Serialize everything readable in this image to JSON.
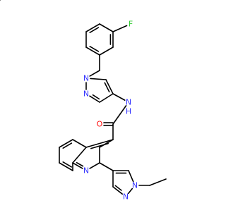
{
  "molecule": {
    "atom_labels": [
      {
        "id": "F",
        "text": "F",
        "color": "#33cc33"
      },
      {
        "id": "N_benzyl",
        "text": "N",
        "color": "#3333ff"
      },
      {
        "id": "N_pyrazole_a2",
        "text": "N",
        "color": "#3333ff"
      },
      {
        "id": "NH_amide",
        "text": "N",
        "color": "#3333ff"
      },
      {
        "id": "H_amide",
        "text": "H",
        "color": "#3333ff"
      },
      {
        "id": "O_amide",
        "text": "O",
        "color": "#ff0d0d"
      },
      {
        "id": "N_quinoline",
        "text": "N",
        "color": "#3333ff"
      },
      {
        "id": "N_pyrazole_b1",
        "text": "N",
        "color": "#3333ff"
      },
      {
        "id": "N_pyrazole_b2",
        "text": "N",
        "color": "#3333ff"
      }
    ],
    "colors": {
      "bond": "#000000",
      "nitrogen": "#3333ff",
      "oxygen": "#ff0d0d",
      "fluorine": "#33cc33"
    }
  }
}
